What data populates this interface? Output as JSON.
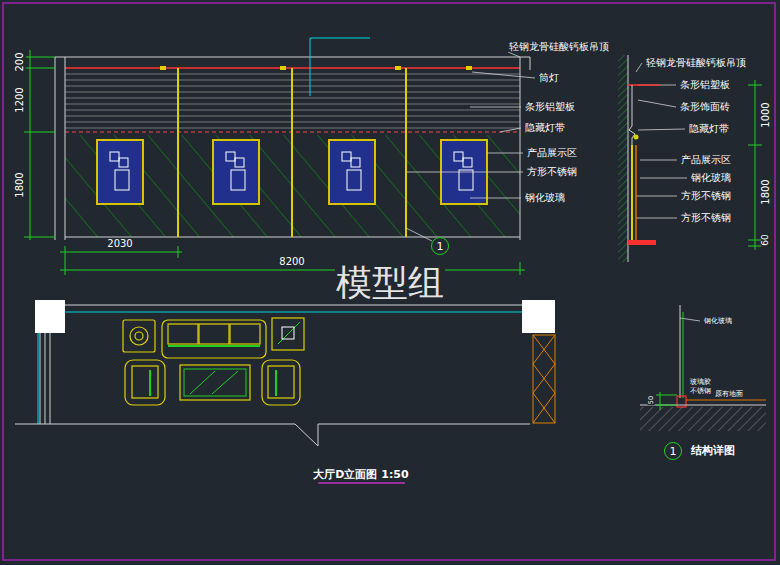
{
  "diagram": {
    "title": "大厅D立面图 1:50",
    "nodes": [
      {
        "text": [
          "1"
        ]
      },
      {
        "text": [
          "1"
        ]
      }
    ],
    "labels": [
      "200",
      "1200",
      "1800",
      "2030",
      "8200",
      "轻钢龙骨硅酸钙板吊顶",
      "筒灯",
      "条形铝塑板",
      "隐藏灯带",
      "产品展示区",
      "方形不锈钢",
      "钢化玻璃",
      "轻钢龙骨硅酸钙板吊顶",
      "条形铝塑板",
      "条形饰面砖",
      "隐藏灯带",
      "产品展示区",
      "钢化玻璃",
      "方形不锈钢",
      "方形不锈钢",
      "1000",
      "1800",
      "60",
      "模型组",
      "钢化玻璃",
      "玻璃胶",
      "不锈钢",
      "原有地面",
      "50",
      "结构详图"
    ]
  }
}
